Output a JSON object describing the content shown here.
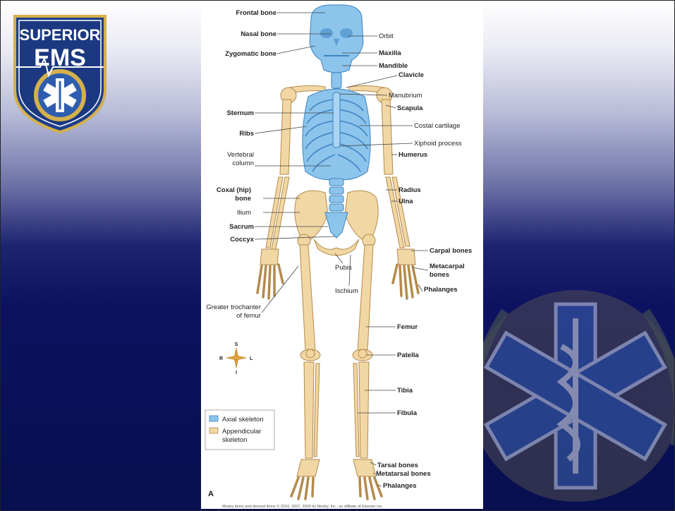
{
  "logo": {
    "line1": "SUPERIOR",
    "line2": "EMS"
  },
  "figure": {
    "panel_letter": "A",
    "credit": "Mosby items and derived items © 2010, 2007, 2003 by Mosby, Inc., an affiliate of Elsevier Inc.",
    "compass": {
      "north": "S",
      "south": "I",
      "west": "R",
      "east": "L"
    },
    "legend": {
      "axial": "Axial skeleton",
      "appendicular_1": "Appendicular",
      "appendicular_2": "skeleton",
      "axial_color": "#8cc4ec",
      "appendicular_color": "#f1d7a4"
    },
    "labels_left": {
      "frontal": "Frontal bone",
      "nasal": "Nasal bone",
      "zygomatic": "Zygomatic bone",
      "sternum": "Sternum",
      "ribs": "Ribs",
      "vertebral_1": "Vertebral",
      "vertebral_2": "column",
      "coxal_1": "Coxal (hip)",
      "coxal_2": "bone",
      "ilium": "Ilium",
      "sacrum": "Sacrum",
      "coccyx": "Coccyx",
      "trochanter_1": "Greater trochanter",
      "trochanter_2": "of femur"
    },
    "labels_right": {
      "orbit": "Orbit",
      "maxilla": "Maxilla",
      "mandible": "Mandible",
      "clavicle": "Clavicle",
      "manubrium": "Manubrium",
      "scapula": "Scapula",
      "costal": "Costal cartilage",
      "xiphoid": "Xiphoid process",
      "humerus": "Humerus",
      "radius": "Radius",
      "ulna": "Ulna",
      "carpal": "Carpal bones",
      "metacarpal_1": "Metacarpal",
      "metacarpal_2": "bones",
      "phalanges_hand": "Phalanges",
      "femur": "Femur",
      "patella": "Patella",
      "tibia": "Tibia",
      "fibula": "Fibula",
      "tarsal": "Tarsal bones",
      "metatarsal": "Metatarsal bones",
      "phalanges_foot": "Phalanges"
    },
    "labels_center": {
      "pubis": "Pubis",
      "ischium": "Ischium"
    }
  }
}
